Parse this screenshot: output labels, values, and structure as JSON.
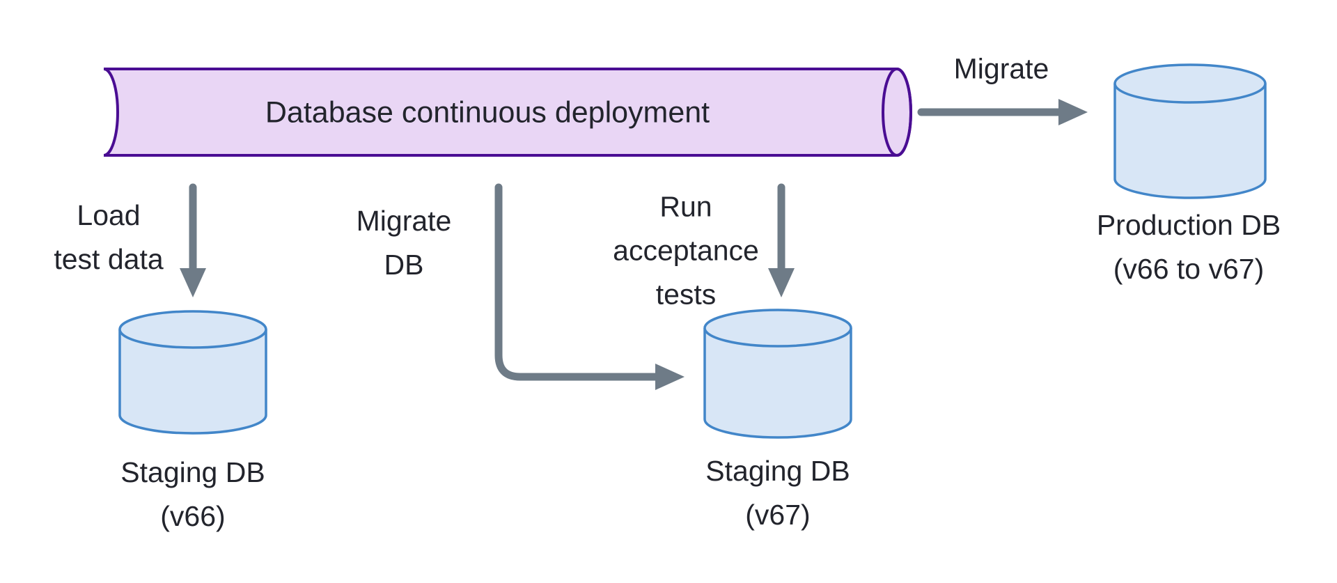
{
  "colors": {
    "background": "#ffffff",
    "pipe_fill": "#e9d6f5",
    "pipe_border": "#4a0d93",
    "db_fill": "#d8e6f6",
    "db_border": "#4286c9",
    "arrow": "#6e7b87",
    "text": "#22242c"
  },
  "pipeline": {
    "label": "Database continuous deployment"
  },
  "steps": [
    {
      "name": "load-test-data",
      "label_lines": [
        "Load",
        "test data"
      ]
    },
    {
      "name": "migrate-db",
      "label_lines": [
        "Migrate",
        "DB"
      ]
    },
    {
      "name": "run-acceptance-tests",
      "label_lines": [
        "Run",
        "acceptance",
        "tests"
      ]
    },
    {
      "name": "migrate-to-production",
      "label_lines": [
        "Migrate"
      ]
    }
  ],
  "databases": [
    {
      "name": "Staging DB",
      "version": "(v66)"
    },
    {
      "name": "Staging DB",
      "version": "(v67)"
    },
    {
      "name": "Production DB",
      "version": "(v66 to v67)"
    }
  ]
}
